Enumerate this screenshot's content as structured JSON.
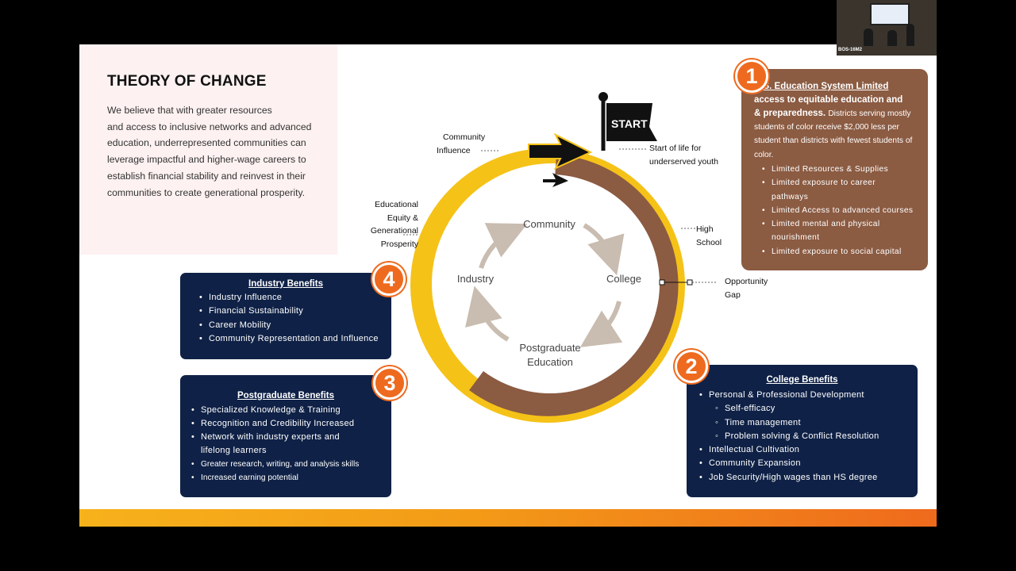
{
  "intro": {
    "title": "THEORY OF CHANGE",
    "lines": [
      "We believe that with greater resources",
      "and access to inclusive networks and advanced",
      "education, underrepresented communities can",
      "leverage impactful and higher-wage careers to",
      "establish financial stability and reinvest in their",
      "communities to create generational prosperity."
    ]
  },
  "cycle": {
    "start_flag": "START",
    "inner": [
      "Community",
      "College",
      "Postgraduate",
      "Education",
      "Industry"
    ],
    "labels": {
      "community_influence": [
        "Community",
        "Influence"
      ],
      "start_of_life": [
        "Start of life for",
        "underserved youth"
      ],
      "educational_equity": [
        "Educational",
        "Equity &",
        "Generational",
        "Prosperity"
      ],
      "high_school": [
        "High",
        "School"
      ],
      "opportunity_gap": [
        "Opportunity",
        "Gap"
      ]
    }
  },
  "box1": {
    "number": "1",
    "heading_lines": [
      "U.S. Education System  Limited",
      "access to equitable education and",
      "& preparedness."
    ],
    "desc_inline": "Districts serving mostly",
    "desc_lines": [
      "students of color receive $2,000 less per",
      "student than districts with fewest students of",
      "color."
    ],
    "items": [
      [
        "Limited Resources & Supplies"
      ],
      [
        "Limited exposure to career",
        "pathways"
      ],
      [
        "Limited Access to advanced courses"
      ],
      [
        "Limited mental and physical",
        "nourishment"
      ],
      [
        "Limited exposure to social capital"
      ]
    ]
  },
  "box2": {
    "number": "2",
    "title": "College Benefits",
    "items": [
      "Personal & Professional Development",
      "Self-efficacy",
      "Time management",
      "Problem solving & Conflict Resolution",
      "Intellectual Cultivation",
      "Community Expansion",
      "Job Security/High wages than HS degree"
    ]
  },
  "box3": {
    "number": "3",
    "title": "Postgraduate Benefits",
    "items": [
      [
        "Specialized Knowledge & Training"
      ],
      [
        "Recognition and Credibility Increased"
      ],
      [
        "Network with industry experts and",
        "lifelong learners"
      ],
      [
        "Greater research, writing, and analysis skills"
      ],
      [
        "Increased earning potential"
      ]
    ]
  },
  "box4": {
    "number": "4",
    "title": "Industry Benefits",
    "items": [
      "Industry Influence",
      "Financial Sustainability",
      "Career Mobility",
      "Community Representation and Influence"
    ]
  },
  "video": {
    "room_label": "BOS-16M2"
  },
  "colors": {
    "gold": "#f5c218",
    "brown": "#8b5b42",
    "navy": "#0f2146",
    "orange": "#ee6a1f"
  }
}
